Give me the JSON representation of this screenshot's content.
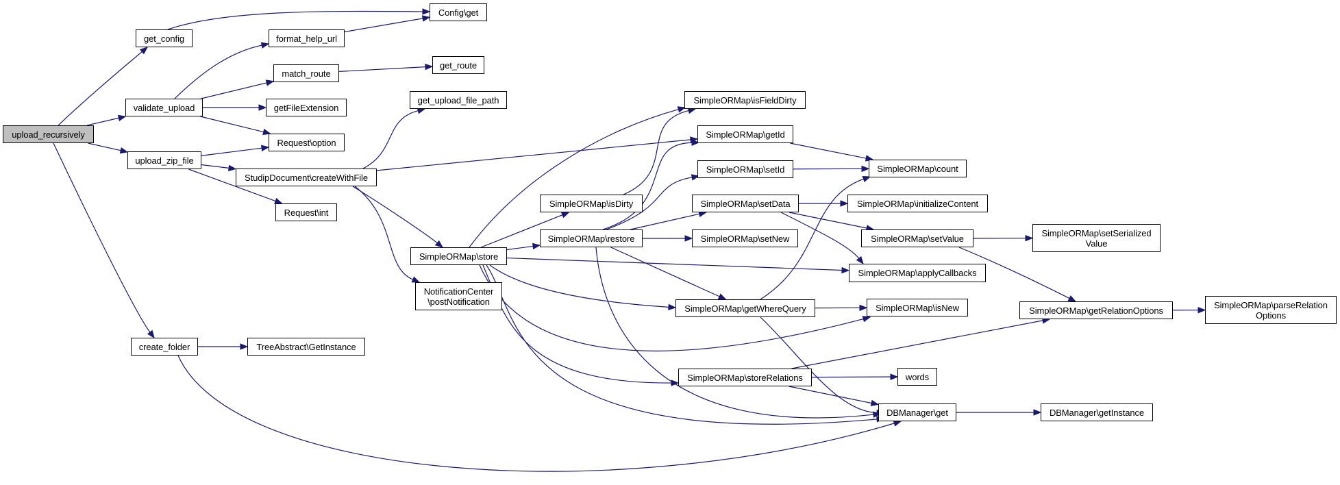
{
  "diagram": {
    "type": "call-graph",
    "root": "upload_recursively",
    "colors": {
      "edge": "#191970",
      "root_fill": "#bfbfbf",
      "node_fill": "#ffffff",
      "border": "#000000"
    },
    "nodes": [
      {
        "id": "upload_recursively",
        "label": "upload_recursively"
      },
      {
        "id": "get_config",
        "label": "get_config"
      },
      {
        "id": "config_get",
        "label": "Config\\get"
      },
      {
        "id": "format_help_url",
        "label": "format_help_url"
      },
      {
        "id": "match_route",
        "label": "match_route"
      },
      {
        "id": "get_route",
        "label": "get_route"
      },
      {
        "id": "validate_upload",
        "label": "validate_upload"
      },
      {
        "id": "getFileExtension",
        "label": "getFileExtension"
      },
      {
        "id": "request_option",
        "label": "Request\\option"
      },
      {
        "id": "upload_zip_file",
        "label": "upload_zip_file"
      },
      {
        "id": "createWithFile",
        "label": "StudipDocument\\createWithFile"
      },
      {
        "id": "request_int",
        "label": "Request\\int"
      },
      {
        "id": "get_upload_file_path",
        "label": "get_upload_file_path"
      },
      {
        "id": "store",
        "label": "SimpleORMap\\store"
      },
      {
        "id": "postNotification",
        "label": "NotificationCenter\n\\postNotification"
      },
      {
        "id": "isFieldDirty",
        "label": "SimpleORMap\\isFieldDirty"
      },
      {
        "id": "getId",
        "label": "SimpleORMap\\getId"
      },
      {
        "id": "setId",
        "label": "SimpleORMap\\setId"
      },
      {
        "id": "isDirty",
        "label": "SimpleORMap\\isDirty"
      },
      {
        "id": "setData",
        "label": "SimpleORMap\\setData"
      },
      {
        "id": "restore",
        "label": "SimpleORMap\\restore"
      },
      {
        "id": "setNew",
        "label": "SimpleORMap\\setNew"
      },
      {
        "id": "getWhereQuery",
        "label": "SimpleORMap\\getWhereQuery"
      },
      {
        "id": "storeRelations",
        "label": "SimpleORMap\\storeRelations"
      },
      {
        "id": "count",
        "label": "SimpleORMap\\count"
      },
      {
        "id": "initializeContent",
        "label": "SimpleORMap\\initializeContent"
      },
      {
        "id": "setValue",
        "label": "SimpleORMap\\setValue"
      },
      {
        "id": "applyCallbacks",
        "label": "SimpleORMap\\applyCallbacks"
      },
      {
        "id": "isNew",
        "label": "SimpleORMap\\isNew"
      },
      {
        "id": "words",
        "label": "words"
      },
      {
        "id": "dbmanager_get",
        "label": "DBManager\\get"
      },
      {
        "id": "setSerializedValue",
        "label": "SimpleORMap\\setSerialized\nValue"
      },
      {
        "id": "getRelationOptions",
        "label": "SimpleORMap\\getRelationOptions"
      },
      {
        "id": "parseRelationOptions",
        "label": "SimpleORMap\\parseRelation\nOptions"
      },
      {
        "id": "dbmanager_getInstance",
        "label": "DBManager\\getInstance"
      },
      {
        "id": "create_folder",
        "label": "create_folder"
      },
      {
        "id": "treeabstract_getInstance",
        "label": "TreeAbstract\\GetInstance"
      }
    ],
    "edges": [
      {
        "from": "upload_recursively",
        "to": "get_config"
      },
      {
        "from": "upload_recursively",
        "to": "validate_upload"
      },
      {
        "from": "upload_recursively",
        "to": "upload_zip_file"
      },
      {
        "from": "upload_recursively",
        "to": "create_folder"
      },
      {
        "from": "get_config",
        "to": "config_get"
      },
      {
        "from": "validate_upload",
        "to": "format_help_url"
      },
      {
        "from": "validate_upload",
        "to": "match_route"
      },
      {
        "from": "validate_upload",
        "to": "getFileExtension"
      },
      {
        "from": "validate_upload",
        "to": "request_option"
      },
      {
        "from": "format_help_url",
        "to": "config_get"
      },
      {
        "from": "match_route",
        "to": "get_route"
      },
      {
        "from": "upload_zip_file",
        "to": "request_option"
      },
      {
        "from": "upload_zip_file",
        "to": "createWithFile"
      },
      {
        "from": "upload_zip_file",
        "to": "request_int"
      },
      {
        "from": "createWithFile",
        "to": "get_upload_file_path"
      },
      {
        "from": "createWithFile",
        "to": "getId"
      },
      {
        "from": "createWithFile",
        "to": "store"
      },
      {
        "from": "createWithFile",
        "to": "postNotification"
      },
      {
        "from": "store",
        "to": "isFieldDirty"
      },
      {
        "from": "store",
        "to": "isDirty"
      },
      {
        "from": "store",
        "to": "restore"
      },
      {
        "from": "store",
        "to": "applyCallbacks"
      },
      {
        "from": "store",
        "to": "getWhereQuery"
      },
      {
        "from": "store",
        "to": "isNew"
      },
      {
        "from": "store",
        "to": "storeRelations"
      },
      {
        "from": "store",
        "to": "dbmanager_get"
      },
      {
        "from": "isDirty",
        "to": "isFieldDirty"
      },
      {
        "from": "restore",
        "to": "getId"
      },
      {
        "from": "restore",
        "to": "setId"
      },
      {
        "from": "restore",
        "to": "setData"
      },
      {
        "from": "restore",
        "to": "setNew"
      },
      {
        "from": "restore",
        "to": "getWhereQuery"
      },
      {
        "from": "restore",
        "to": "dbmanager_get"
      },
      {
        "from": "getId",
        "to": "count"
      },
      {
        "from": "setId",
        "to": "count"
      },
      {
        "from": "setData",
        "to": "initializeContent"
      },
      {
        "from": "setData",
        "to": "setValue"
      },
      {
        "from": "setData",
        "to": "applyCallbacks"
      },
      {
        "from": "setValue",
        "to": "setSerializedValue"
      },
      {
        "from": "setValue",
        "to": "getRelationOptions"
      },
      {
        "from": "getWhereQuery",
        "to": "count"
      },
      {
        "from": "getWhereQuery",
        "to": "isNew"
      },
      {
        "from": "getWhereQuery",
        "to": "dbmanager_get"
      },
      {
        "from": "storeRelations",
        "to": "getRelationOptions"
      },
      {
        "from": "storeRelations",
        "to": "words"
      },
      {
        "from": "storeRelations",
        "to": "dbmanager_get"
      },
      {
        "from": "getRelationOptions",
        "to": "parseRelationOptions"
      },
      {
        "from": "dbmanager_get",
        "to": "dbmanager_getInstance"
      },
      {
        "from": "create_folder",
        "to": "treeabstract_getInstance"
      },
      {
        "from": "create_folder",
        "to": "dbmanager_get"
      }
    ]
  }
}
